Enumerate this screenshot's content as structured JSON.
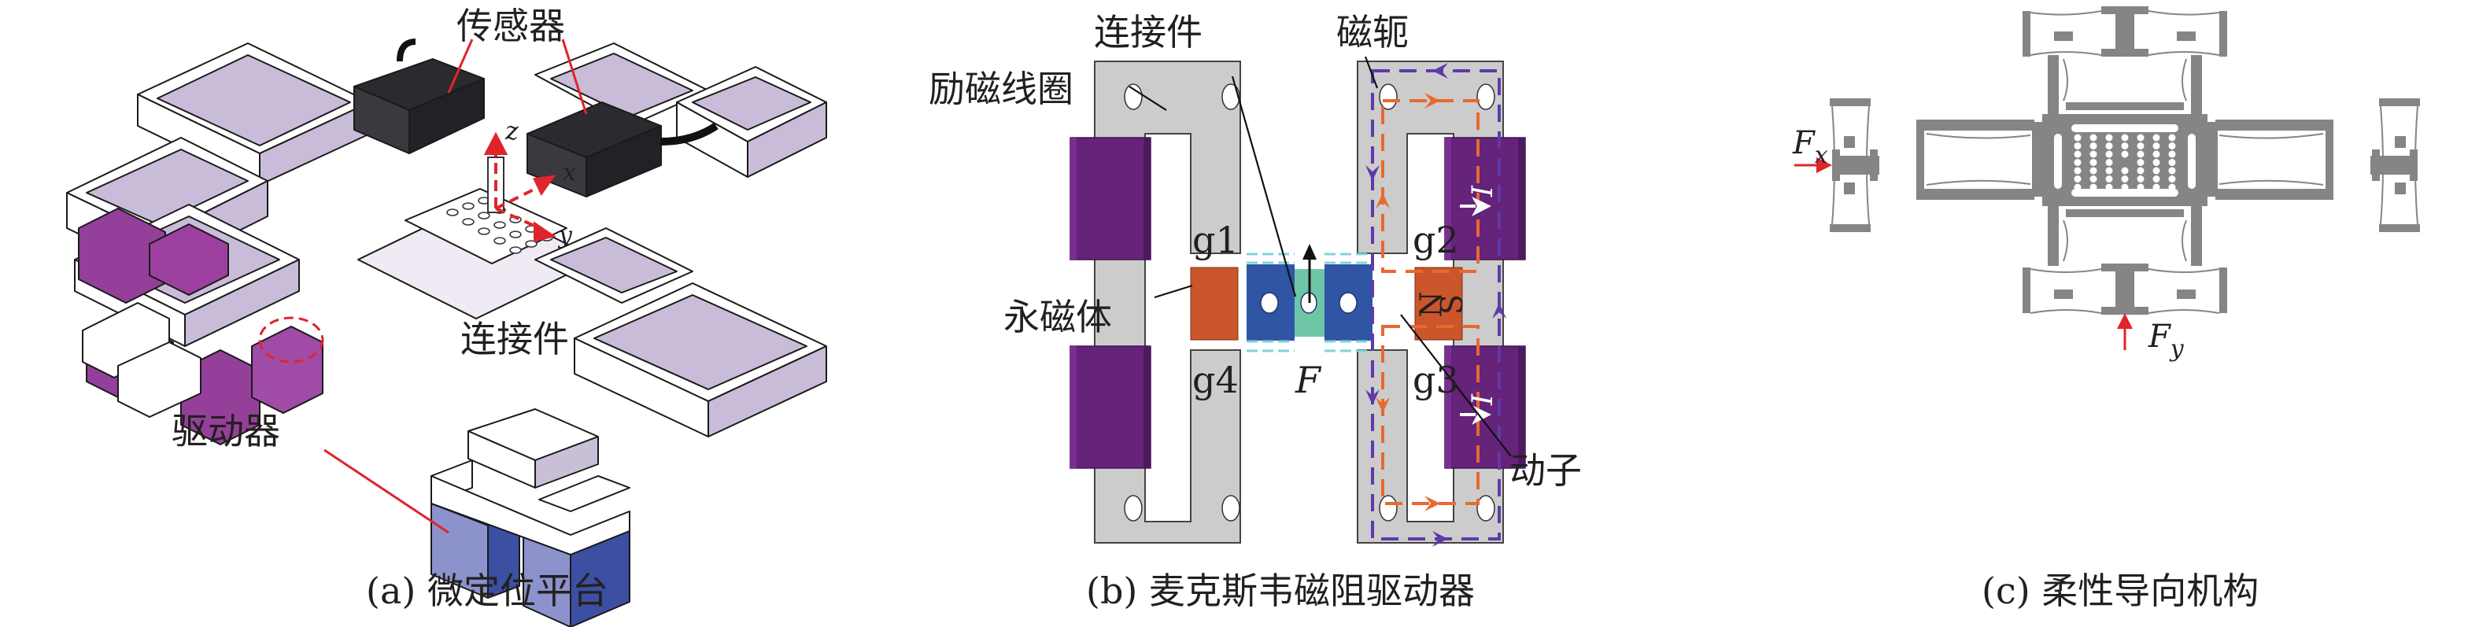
{
  "figure": {
    "panels": [
      {
        "id": "a",
        "caption": "(a) 微定位平台",
        "labels": {
          "sensor": "传感器",
          "connector": "连接件",
          "actuator": "驱动器",
          "axis_z": "z",
          "axis_x": "x",
          "axis_y": "y"
        }
      },
      {
        "id": "b",
        "caption": "(b) 麦克斯韦磁阻驱动器",
        "labels": {
          "connector": "连接件",
          "yoke": "磁轭",
          "excitation_coil": "励磁线圈",
          "permanent_magnet": "永磁体",
          "mover": "动子",
          "gap1": "g1",
          "gap2": "g2",
          "gap3": "g3",
          "gap4": "g4",
          "force": "F",
          "current_top": "I",
          "current_bottom": "I",
          "pole_n": "N",
          "pole_s": "S"
        }
      },
      {
        "id": "c",
        "caption": "(c) 柔性导向机构",
        "labels": {
          "force_x": "F",
          "force_x_sub": "x",
          "force_y": "F",
          "force_y_sub": "y"
        }
      }
    ],
    "colors": {
      "coil_purple": "#65237a",
      "magnet_orange": "#cb562b",
      "mover_blue": "#2f55a4",
      "connector_green": "#6fc6a6",
      "yoke_gray": "#cccccc",
      "flux_orange": "#e8692f",
      "flux_purple": "#5f3aa8",
      "leader_red": "#e0242b",
      "flexure_gray": "#858585",
      "platform_lilac": "#c9bcd8",
      "actuator_magenta": "#94409a",
      "connector_block_blue": "#8c92cc",
      "sensor_black": "#2b2a2e"
    }
  }
}
